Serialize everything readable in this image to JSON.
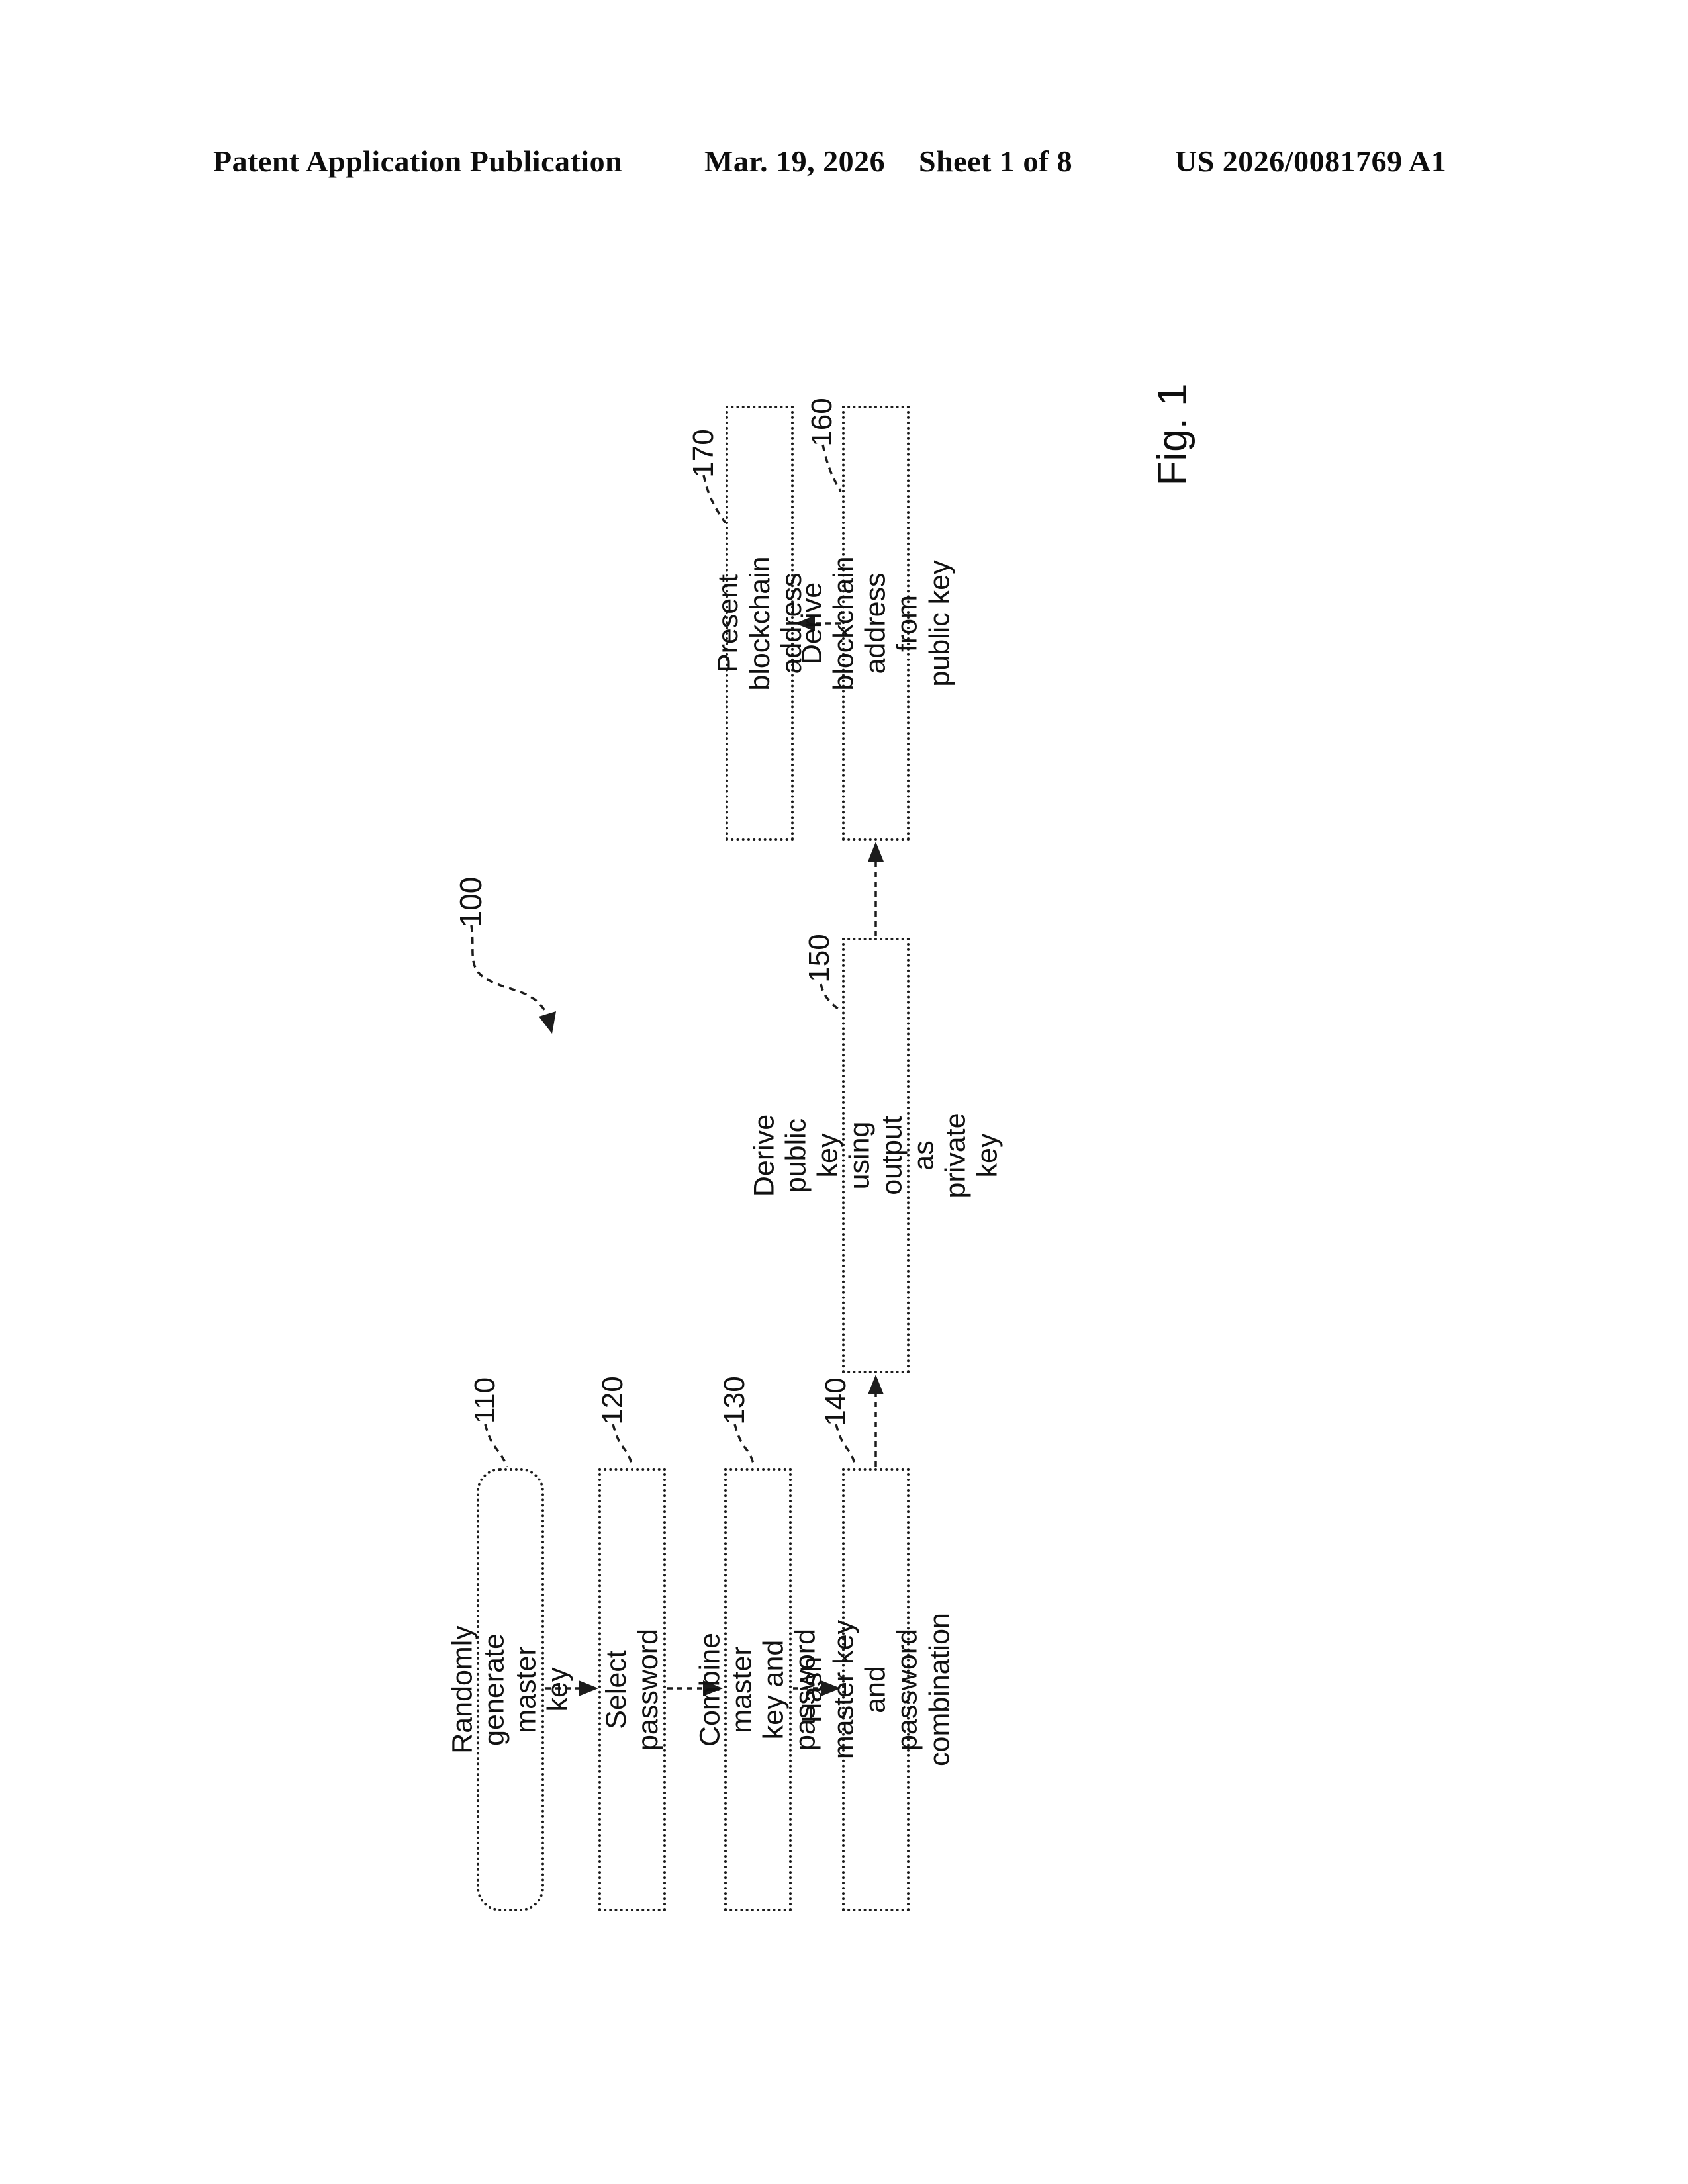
{
  "header": {
    "publication": "Patent Application Publication",
    "date": "Mar. 19, 2026",
    "sheet": "Sheet 1 of 8",
    "patent_number": "US 2026/0081769 A1"
  },
  "figure": {
    "caption": "Fig. 1",
    "overall_ref": "100",
    "boxes": [
      {
        "ref": "110",
        "label": "Randomly generate master key"
      },
      {
        "ref": "120",
        "label": "Select password"
      },
      {
        "ref": "130",
        "label": "Combine master key and\npassword"
      },
      {
        "ref": "140",
        "label": "Hash master key and password\ncombination"
      },
      {
        "ref": "150",
        "label": "Derive public key using output as\nprivate key"
      },
      {
        "ref": "160",
        "label": "Derive blockchain address from\npublic key"
      },
      {
        "ref": "170",
        "label": "Present blockchain address"
      }
    ],
    "flow": [
      "110→120",
      "120→130",
      "130→140",
      "140→150",
      "150→160",
      "160→170"
    ]
  },
  "colors": {
    "ink": "#1c1c1c",
    "paper": "#ffffff"
  }
}
